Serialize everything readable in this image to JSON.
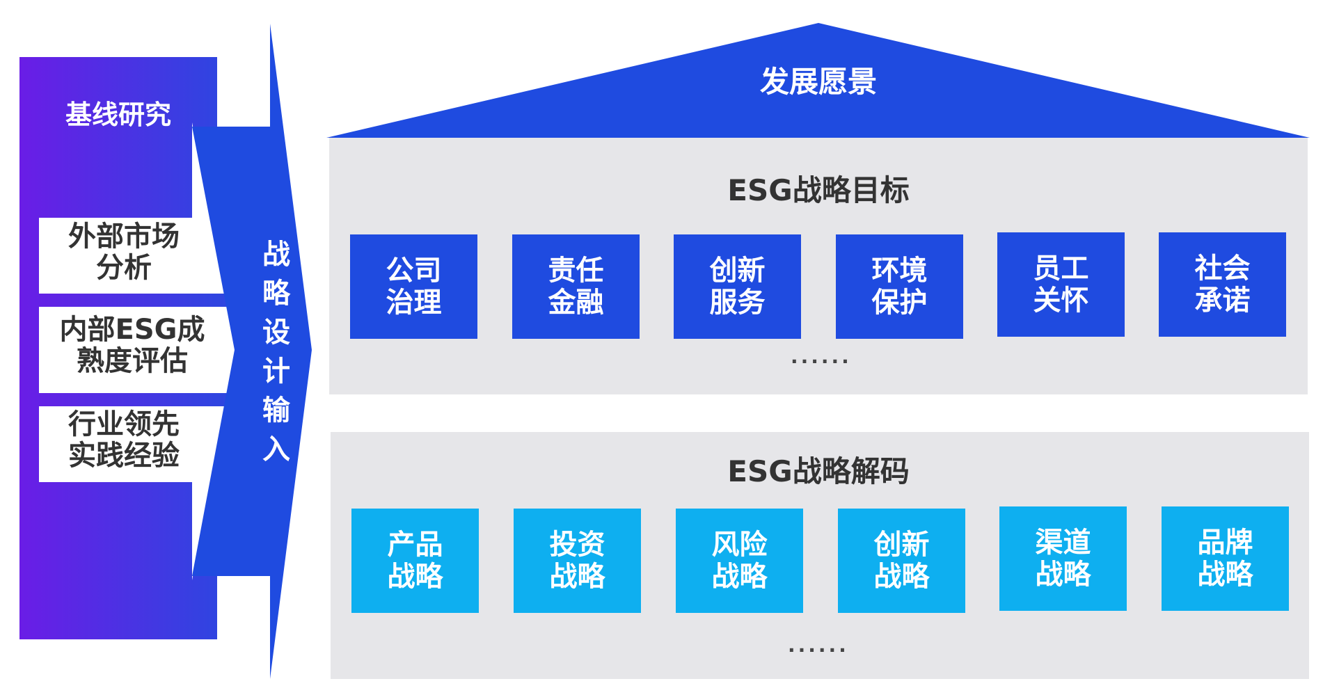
{
  "left": {
    "title": "基线研究",
    "items": [
      {
        "label": "外部市场\n分析"
      },
      {
        "label": "内部ESG成\n熟度评估"
      },
      {
        "label": "行业领先\n实践经验"
      }
    ],
    "arrow_label": "战\n略\n设\n计\n输\n入"
  },
  "roof": {
    "title": "发展愿景"
  },
  "goals": {
    "title": "ESG战略目标",
    "items": [
      "公司\n治理",
      "责任\n金融",
      "创新\n服务",
      "环境\n保护",
      "员工\n关怀",
      "社会\n承诺"
    ],
    "more": "......"
  },
  "decode": {
    "title": "ESG战略解码",
    "items": [
      "产品\n战略",
      "投资\n战略",
      "风险\n战略",
      "创新\n战略",
      "渠道\n战略",
      "品牌\n战略"
    ],
    "more": "......"
  },
  "colors": {
    "blue": "#1f4be0",
    "cyan": "#0eaff0",
    "purple": "#6a1de6",
    "panel": "#e6e6e9"
  }
}
